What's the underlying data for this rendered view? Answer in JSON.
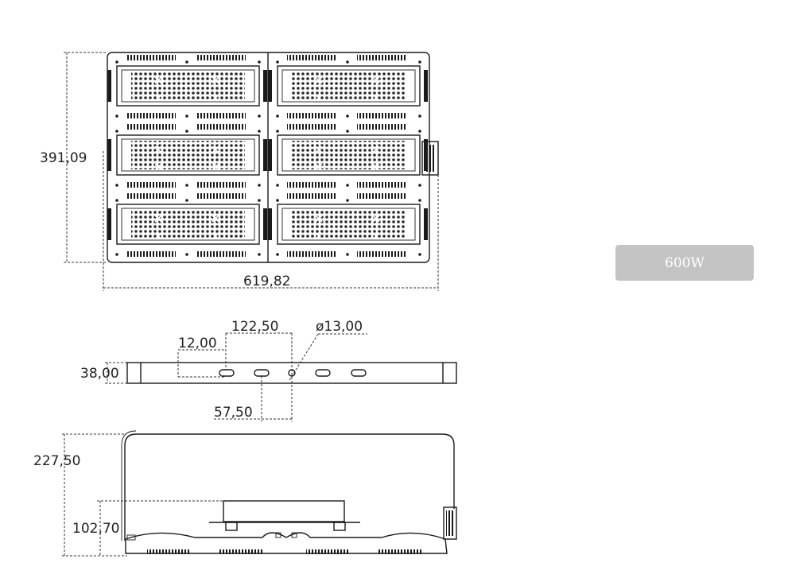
{
  "dimensions": {
    "height_total": "391,09",
    "width_total": "619,82",
    "hole_spacing": "122,50",
    "hole_diameter": "ø13,00",
    "slot_offset": "12,00",
    "bracket_thickness": "38,00",
    "slot_pitch": "57,50",
    "side_height": "227,50",
    "body_height": "102,70"
  },
  "wattage_button": {
    "label": "600W"
  }
}
